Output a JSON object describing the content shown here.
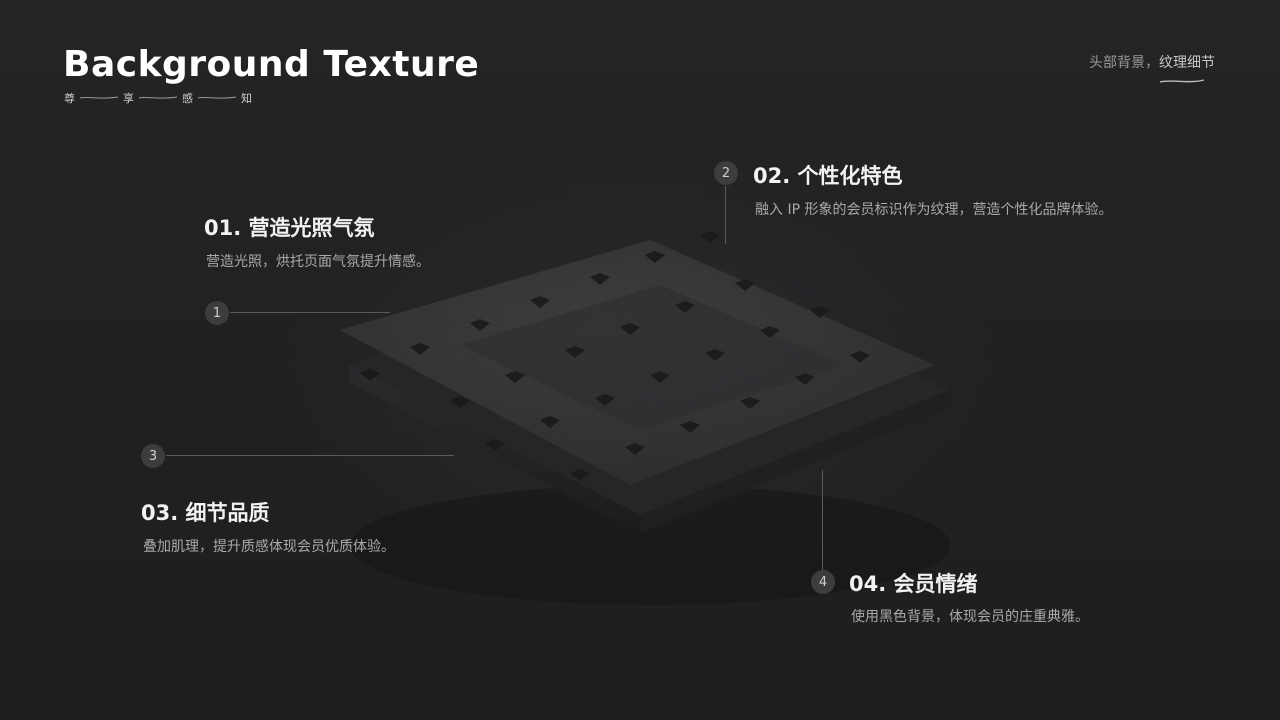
{
  "header": {
    "title": "Background Texture",
    "subtitle_words": [
      "尊",
      "享",
      "感",
      "知"
    ]
  },
  "top_right": {
    "prefix": "头部背景，",
    "highlight": "纹理细节"
  },
  "items": [
    {
      "number": "1",
      "title": "01. 营造光照气氛",
      "desc": "营造光照，烘托页面气氛提升情感。"
    },
    {
      "number": "2",
      "title": "02. 个性化特色",
      "desc": "融入 IP 形象的会员标识作为纹理，营造个性化品牌体验。"
    },
    {
      "number": "3",
      "title": "03. 细节品质",
      "desc": "叠加肌理，提升质感体现会员优质体验。"
    },
    {
      "number": "4",
      "title": "04. 会员情绪",
      "desc": "使用黑色背景，体现会员的庄重典雅。"
    }
  ],
  "colors": {
    "background": "#1f1f21",
    "badge": "#3d3d40",
    "text_primary": "#f2f2f2",
    "text_secondary": "#a9a9a9"
  }
}
